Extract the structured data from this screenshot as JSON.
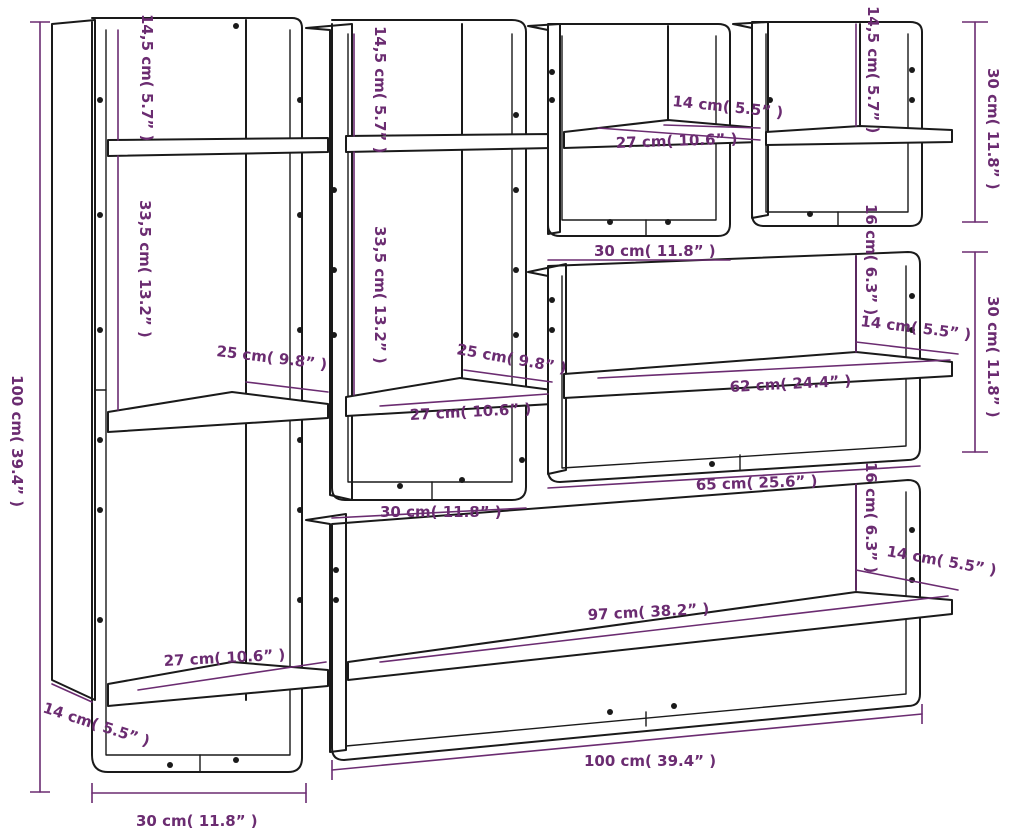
{
  "colors": {
    "dimension": "#6b2c71",
    "line": "#1a1a1a",
    "background": "#ffffff"
  },
  "dimensions": {
    "total_height": "100 cm( 39.4” )",
    "total_width": "100 cm( 39.4” )",
    "left_depth": "14 cm( 5.5” )",
    "left_base_width": "30 cm( 11.8” )",
    "left_top_gap": "14,5 cm( 5.7” )",
    "left_mid_gap": "33,5 cm( 13.2” )",
    "left_shelf_depth": "25 cm( 9.8” )",
    "left_bottom_shelf": "27 cm( 10.6” )",
    "mid_top_gap": "14,5 cm( 5.7” )",
    "mid_mid_gap": "33,5 cm( 13.2” )",
    "mid_shelf_depth": "25 cm( 9.8” )",
    "mid_shelf_width": "27 cm( 10.6” )",
    "mid_base_width": "30 cm( 11.8” )",
    "small_shelf_depth": "14 cm( 5.5” )",
    "small_shelf_width": "27 cm( 10.6” )",
    "small_top_gap": "14,5 cm( 5.7” )",
    "small_base_width": "30 cm( 11.8” )",
    "top_right_height": "30 cm( 11.8” )",
    "mid_right_height": "30 cm( 11.8” )",
    "mid_right_gap": "16 cm( 6.3” )",
    "mid_right_depth": "14 cm( 5.5” )",
    "mid_right_shelf": "62 cm( 24.4” )",
    "mid_right_base": "65 cm( 25.6” )",
    "bottom_gap": "16 cm( 6.3” )",
    "bottom_depth": "14 cm( 5.5” )",
    "bottom_shelf": "97 cm( 38.2” )"
  }
}
